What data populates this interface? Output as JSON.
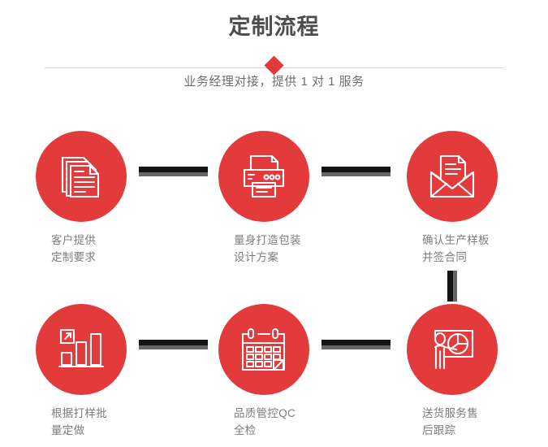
{
  "header": {
    "title": "定制流程",
    "subtitle": "业务经理对接，提供 1 对 1 服务",
    "diamond_color": "#e0393e",
    "divider_color": "#d5d5d5",
    "title_color": "#4d4d4d",
    "subtitle_color": "#6e6e6e"
  },
  "theme": {
    "circle_color": "#e33b3b",
    "icon_color": "#ffffff",
    "label_color": "#7d7d7d",
    "connector_dark": "#141414",
    "connector_gray": "#666666",
    "background": "#ffffff"
  },
  "steps": [
    {
      "index": 1,
      "icon": "documents-icon",
      "label": "客户提供\n定制要求"
    },
    {
      "index": 2,
      "icon": "printer-icon",
      "label": "量身打造包装\n设计方案"
    },
    {
      "index": 3,
      "icon": "envelope-document-icon",
      "label": "确认生产样板\n并签合同"
    },
    {
      "index": 4,
      "icon": "bar-chart-growth-icon",
      "label": "根据打样批\n量定做"
    },
    {
      "index": 5,
      "icon": "calendar-check-icon",
      "label": "品质管控QC\n全检"
    },
    {
      "index": 6,
      "icon": "presenter-pie-chart-icon",
      "label": "送货服务售\n后跟踪"
    }
  ],
  "connectors": [
    {
      "id": "connector-h-1",
      "orientation": "horizontal",
      "from": 1,
      "to": 2
    },
    {
      "id": "connector-h-2",
      "orientation": "horizontal",
      "from": 2,
      "to": 3
    },
    {
      "id": "connector-v-1",
      "orientation": "vertical",
      "from": 3,
      "to": 6
    },
    {
      "id": "connector-h-3",
      "orientation": "horizontal",
      "from": 4,
      "to": 5
    },
    {
      "id": "connector-h-4",
      "orientation": "horizontal",
      "from": 5,
      "to": 6
    }
  ]
}
